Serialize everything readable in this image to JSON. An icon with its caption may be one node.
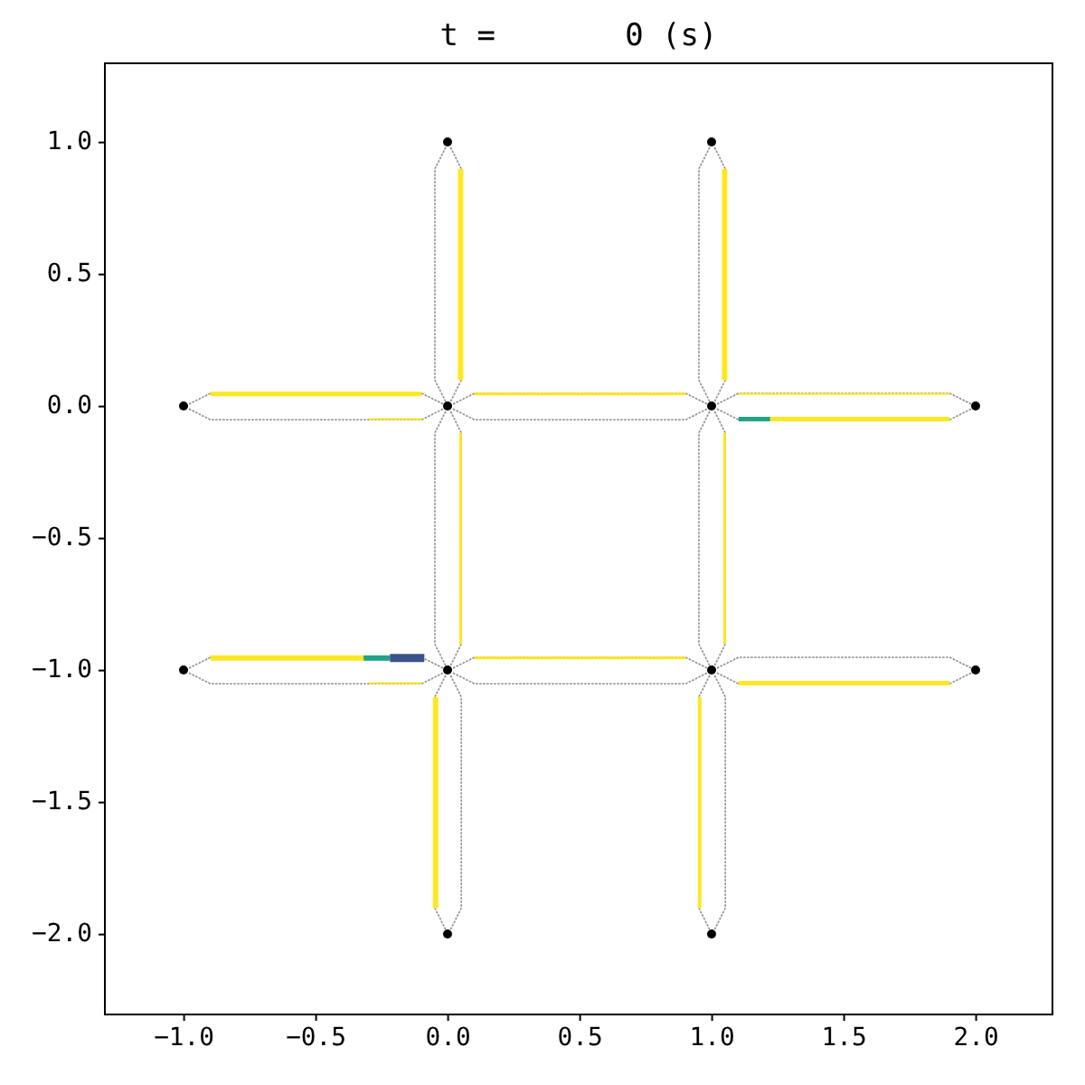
{
  "diagram": {
    "title": "t =       0 (s)",
    "nodes": [
      {
        "text": [],
        "shape": "circle"
      },
      {
        "text": [],
        "shape": "circle"
      },
      {
        "text": [],
        "shape": "circle"
      },
      {
        "text": [],
        "shape": "circle"
      },
      {
        "text": [],
        "shape": "circle"
      },
      {
        "text": [],
        "shape": "circle"
      },
      {
        "text": [],
        "shape": "circle"
      },
      {
        "text": [],
        "shape": "circle"
      },
      {
        "text": [],
        "shape": "circle"
      },
      {
        "text": [],
        "shape": "circle"
      },
      {
        "text": [],
        "shape": "circle"
      },
      {
        "text": [],
        "shape": "circle"
      }
    ],
    "edges": [
      {
        "from": 0,
        "to": 3,
        "arrow": "none"
      },
      {
        "from": 1,
        "to": 4,
        "arrow": "none"
      },
      {
        "from": 2,
        "to": 3,
        "arrow": "none"
      },
      {
        "from": 3,
        "to": 4,
        "arrow": "none"
      },
      {
        "from": 4,
        "to": 5,
        "arrow": "none"
      },
      {
        "from": 3,
        "to": 7,
        "arrow": "none"
      },
      {
        "from": 4,
        "to": 8,
        "arrow": "none"
      },
      {
        "from": 6,
        "to": 7,
        "arrow": "none"
      },
      {
        "from": 7,
        "to": 8,
        "arrow": "none"
      },
      {
        "from": 8,
        "to": 9,
        "arrow": "none"
      },
      {
        "from": 7,
        "to": 10,
        "arrow": "none"
      },
      {
        "from": 8,
        "to": 11,
        "arrow": "none"
      }
    ],
    "labels": [
      "1.0",
      "0.5",
      "0.0",
      "−0.5",
      "−1.0",
      "−1.5",
      "−2.0",
      "−1.0",
      "−0.5",
      "0.0",
      "0.5",
      "1.0",
      "1.5",
      "2.0"
    ]
  }
}
